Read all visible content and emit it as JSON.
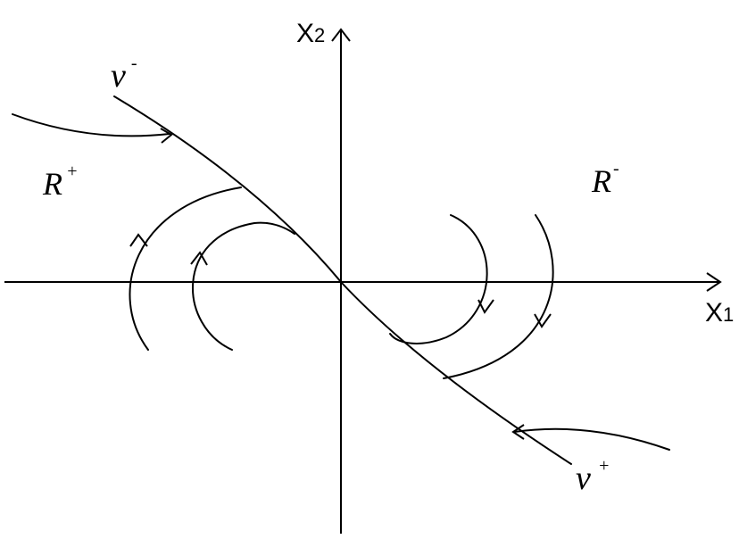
{
  "axes": {
    "x": {
      "base": "X",
      "sub": "1"
    },
    "y": {
      "base": "X",
      "sub": "2"
    }
  },
  "regions": {
    "left": {
      "base": "R",
      "sup": "+"
    },
    "right": {
      "base": "R",
      "sup": "-"
    }
  },
  "manifolds": {
    "upper": {
      "base": "ν",
      "sup": "-"
    },
    "lower": {
      "base": "ν",
      "sup": "+"
    }
  }
}
